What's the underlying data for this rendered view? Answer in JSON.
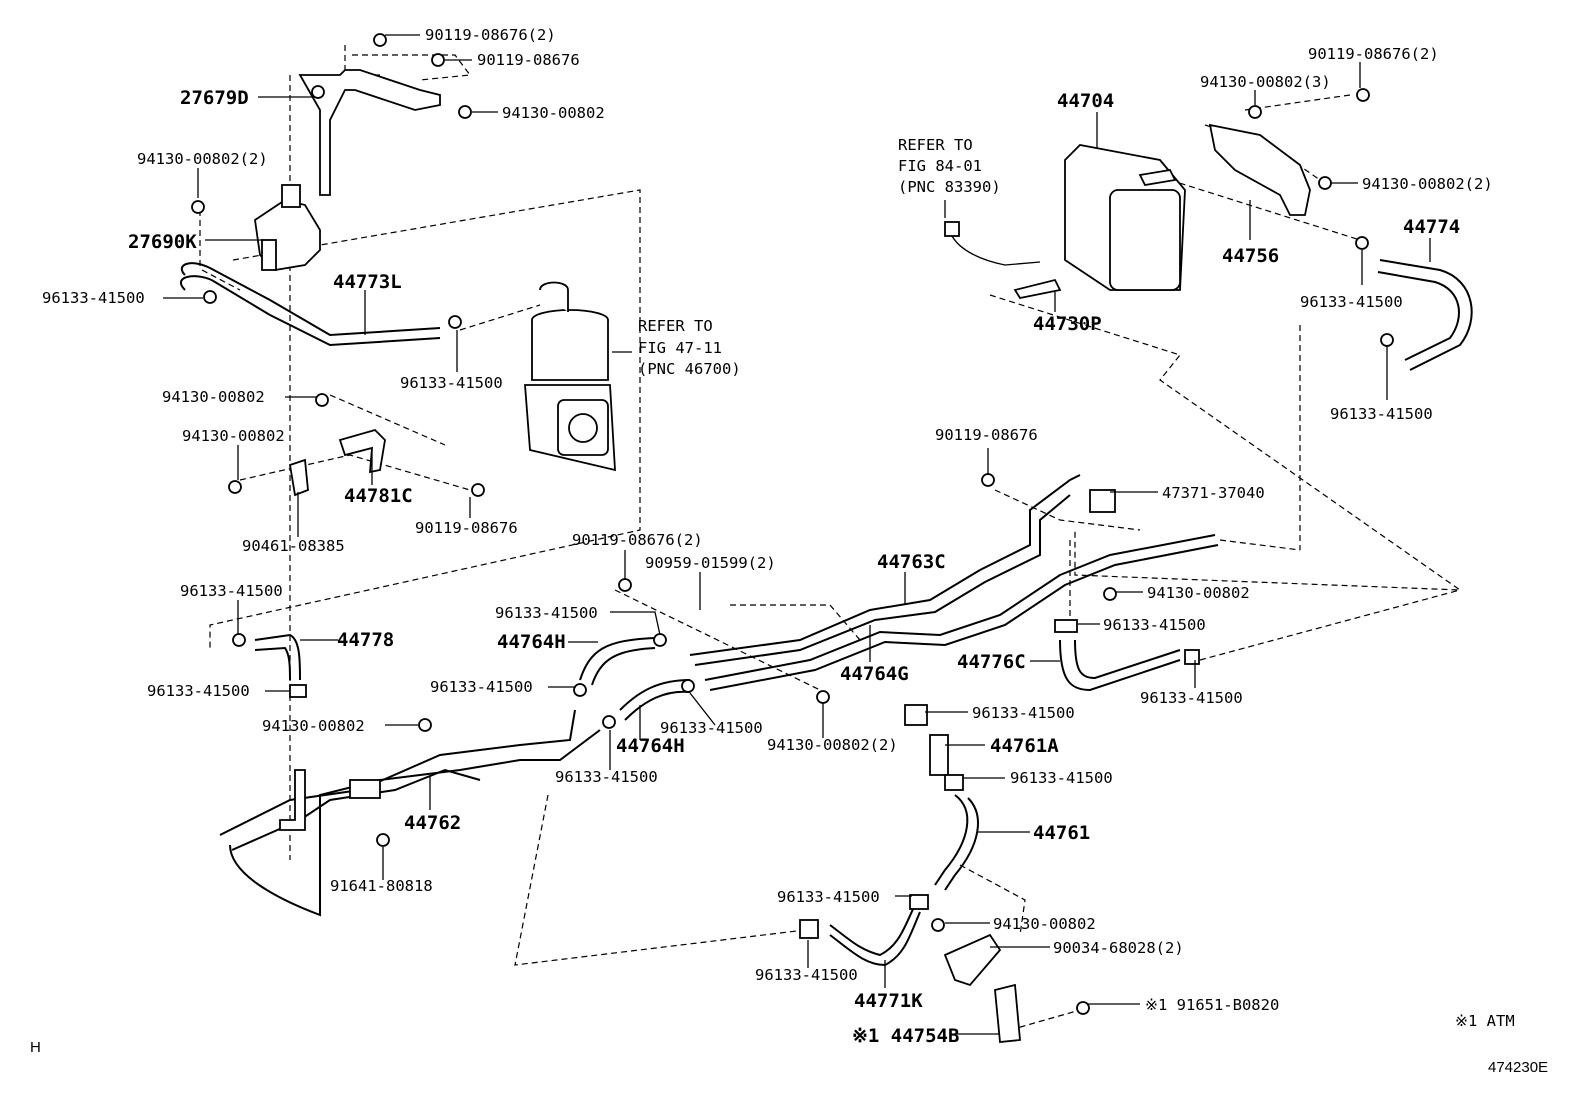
{
  "parts": {
    "p_90119_08676_2_top": "90119-08676(2)",
    "p_90119_08676_top": "90119-08676",
    "p_27679D": "27679D",
    "p_94130_00802_top": "94130-00802",
    "p_94130_00802_2_left": "94130-00802(2)",
    "p_27690K": "27690K",
    "p_96133_41500_left": "96133-41500",
    "p_44773L": "44773L",
    "p_96133_41500_mid": "96133-41500",
    "p_94130_00802_a": "94130-00802",
    "p_94130_00802_b": "94130-00802",
    "p_44781C": "44781C",
    "p_90119_08676_mid": "90119-08676",
    "p_90461_08385": "90461-08385",
    "p_96133_41500_l2": "96133-41500",
    "p_44778": "44778",
    "p_96133_41500_l3": "96133-41500",
    "p_94130_00802_l4": "94130-00802",
    "p_44762": "44762",
    "p_91641_80818": "91641-80818",
    "p_90119_08676_2_mid": "90119-08676(2)",
    "p_90959_01599_2": "90959-01599(2)",
    "p_96133_41500_c1": "96133-41500",
    "p_44764H_a": "44764H",
    "p_96133_41500_c2": "96133-41500",
    "p_96133_41500_c3": "96133-41500",
    "p_44764H_b": "44764H",
    "p_96133_41500_c4": "96133-41500",
    "p_44763C": "44763C",
    "p_44764G": "44764G",
    "p_94130_00802_2_c": "94130-00802(2)",
    "p_90119_08676_r": "90119-08676",
    "p_47371_37040": "47371-37040",
    "p_94130_00802_r": "94130-00802",
    "p_96133_41500_r1": "96133-41500",
    "p_44776C": "44776C",
    "p_96133_41500_r2": "96133-41500",
    "p_96133_41500_r3": "96133-41500",
    "p_44761A": "44761A",
    "p_96133_41500_r4": "96133-41500",
    "p_44761": "44761",
    "p_96133_41500_b1": "96133-41500",
    "p_94130_00802_b2": "94130-00802",
    "p_90034_68028_2": "90034-68028(2)",
    "p_96133_41500_b3": "96133-41500",
    "p_44771K": "44771K",
    "p_91651_B0820": "※1 91651-B0820",
    "p_44754B": "※1 44754B",
    "p_44704": "44704",
    "p_94130_00802_3": "94130-00802(3)",
    "p_90119_08676_2_r": "90119-08676(2)",
    "p_94130_00802_2_r": "94130-00802(2)",
    "p_44756": "44756",
    "p_44774": "44774",
    "p_96133_41500_tr1": "96133-41500",
    "p_96133_41500_tr2": "96133-41500",
    "p_44730P": "44730P"
  },
  "refs": {
    "fig8401_line1": "REFER TO",
    "fig8401_line2": "FIG 84-01",
    "fig8401_line3": "(PNC 83390)",
    "fig4711_line1": "REFER TO",
    "fig4711_line2": "FIG 47-11",
    "fig4711_line3": "(PNC 46700)"
  },
  "footer": {
    "left_mark": "H",
    "atm_note": "※1 ATM",
    "illustration_id": "474230E"
  }
}
